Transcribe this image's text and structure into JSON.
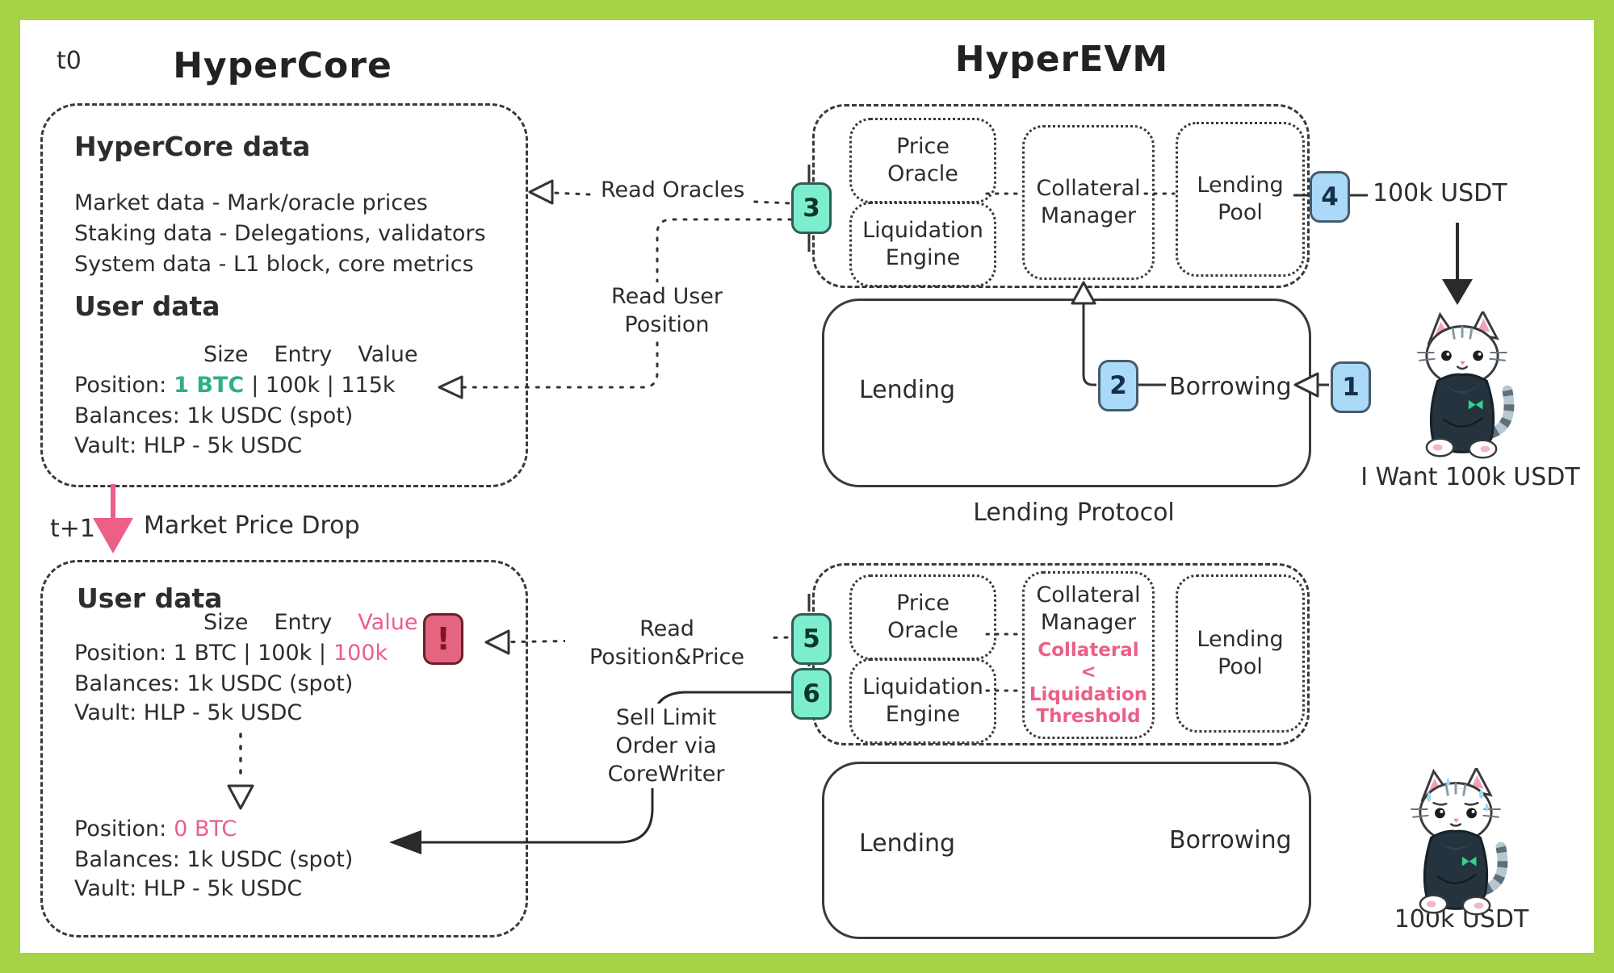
{
  "titles": {
    "t0": "t0",
    "hypercore": "HyperCore",
    "hyperevm": "HyperEVM",
    "t1": "t+1",
    "market_drop": "Market Price Drop",
    "lending_protocol": "Lending Protocol"
  },
  "hc": {
    "heading": "HyperCore data",
    "market_line": "Market data - Mark/oracle prices",
    "staking_line": "Staking data - Delegations, validators",
    "system_line": "System data -  L1 block, core metrics",
    "user_heading": "User data",
    "col_size": "Size",
    "col_entry": "Entry",
    "col_value": "Value",
    "position_label": "Position:",
    "position_size": "1 BTC",
    "position_rest": "| 100k | 115k",
    "balances_line": "Balances: 1k USDC (spot)",
    "vault_line": "Vault: HLP - 5k USDC"
  },
  "u1": {
    "user_heading": "User data",
    "col_size": "Size",
    "col_entry": "Entry",
    "col_value": "Value",
    "position_prefix": "Position: 1 BTC | 100k |",
    "position_value": "100k",
    "alert_glyph": "!",
    "balances_line": "Balances: 1k USDC (spot)",
    "vault_line": "Vault: HLP - 5k USDC",
    "position2_label": "Position:",
    "position2_value": "0 BTC",
    "balances2_line": "Balances: 1k USDC (spot)",
    "vault2_line": "Vault: HLP - 5k USDC"
  },
  "evm_top": {
    "price_oracle": "Price Oracle",
    "liquidation_engine": "Liquidation Engine",
    "collateral_manager": "Collateral Manager",
    "lending_pool": "Lending Pool"
  },
  "evm_bottom": {
    "price_oracle": "Price Oracle",
    "liquidation_engine": "Liquidation Engine",
    "collateral_manager": "Collateral Manager",
    "lending_pool": "Lending Pool",
    "alert_line1": "Collateral <",
    "alert_line2": "Liquidation",
    "alert_line3": "Threshold"
  },
  "pools": {
    "top_lending": "Lending",
    "top_borrowing": "Borrowing",
    "bottom_lending": "Lending",
    "bottom_borrowing": "Borrowing"
  },
  "labels": {
    "read_oracles": "Read Oracles",
    "read_user_line1": "Read User",
    "read_user_line2": "Position",
    "read_pos_line1": "Read",
    "read_pos_line2": "Position&Price",
    "sell_line1": "Sell Limit",
    "sell_line2": "Order via",
    "sell_line3": "CoreWriter",
    "usdt_top": "100k USDT",
    "i_want": "I Want 100k USDT",
    "usdt_bottom": "100k USDT"
  },
  "badges": {
    "b1": "1",
    "b2": "2",
    "b3": "3",
    "b4": "4",
    "b5": "5",
    "b6": "6"
  },
  "colors": {
    "frame_green": "#a6d245",
    "teal_badge": "#7deecd",
    "blue_badge": "#abd9f8",
    "pink_accent": "#ec5f87",
    "green_text": "#2fb181",
    "alert_fill": "#e5647f",
    "ink": "#2d2d2d"
  }
}
